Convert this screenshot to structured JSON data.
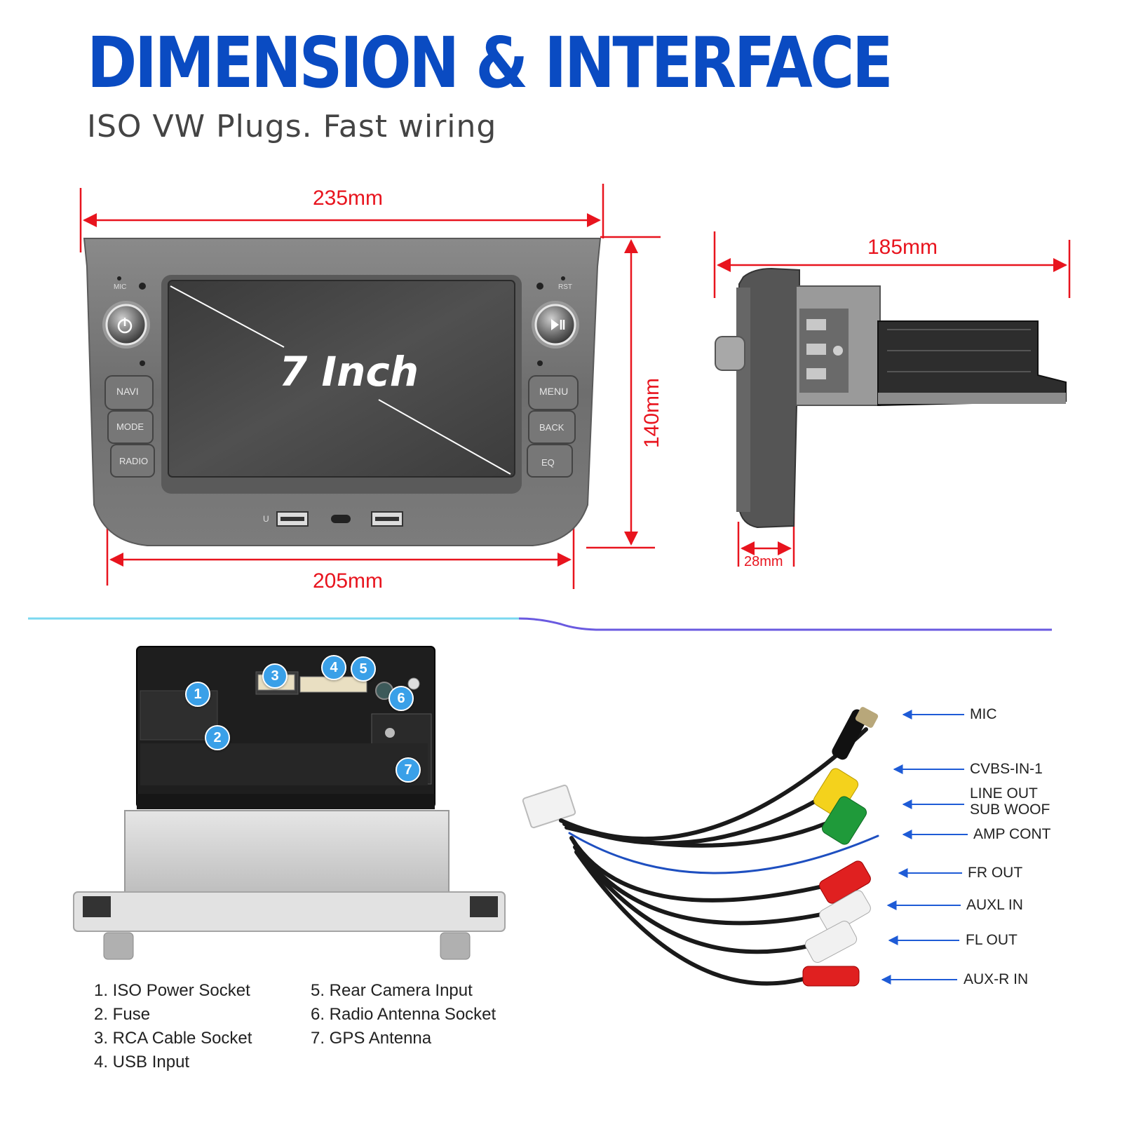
{
  "header": {
    "title": "DIMENSION & INTERFACE",
    "subtitle": "ISO VW Plugs. Fast wiring"
  },
  "dimensions": {
    "top_width": "235mm",
    "bottom_width": "205mm",
    "height": "140mm",
    "depth": "185mm",
    "side_thickness": "28mm"
  },
  "front_panel": {
    "screen_size": "7 Inch",
    "mic_label": "MIC",
    "rst_label": "RST",
    "usb_label": "U",
    "left_buttons": [
      "NAVI",
      "MODE",
      "RADIO"
    ],
    "right_buttons": [
      "MENU",
      "BACK",
      "EQ"
    ]
  },
  "ports": [
    {
      "number": "1",
      "label": "1. ISO Power Socket"
    },
    {
      "number": "2",
      "label": "2. Fuse"
    },
    {
      "number": "3",
      "label": "3. RCA Cable Socket"
    },
    {
      "number": "4",
      "label": "4. USB Input"
    },
    {
      "number": "5",
      "label": "5. Rear Camera Input"
    },
    {
      "number": "6",
      "label": "6. Radio Antenna Socket"
    },
    {
      "number": "7",
      "label": "7. GPS Antenna"
    }
  ],
  "cables": [
    {
      "label": "MIC"
    },
    {
      "label": "CVBS-IN-1"
    },
    {
      "label": "LINE OUT\nSUB WOOF"
    },
    {
      "label": "AMP CONT"
    },
    {
      "label": "FR OUT"
    },
    {
      "label": "AUXL IN"
    },
    {
      "label": "FL OUT"
    },
    {
      "label": "AUX-R IN"
    }
  ],
  "colors": {
    "title_blue": "#0a4bc2",
    "dimension_red": "#e8141e",
    "arrow_blue": "#1e5bd6",
    "badge_blue": "#3aa0e8"
  }
}
